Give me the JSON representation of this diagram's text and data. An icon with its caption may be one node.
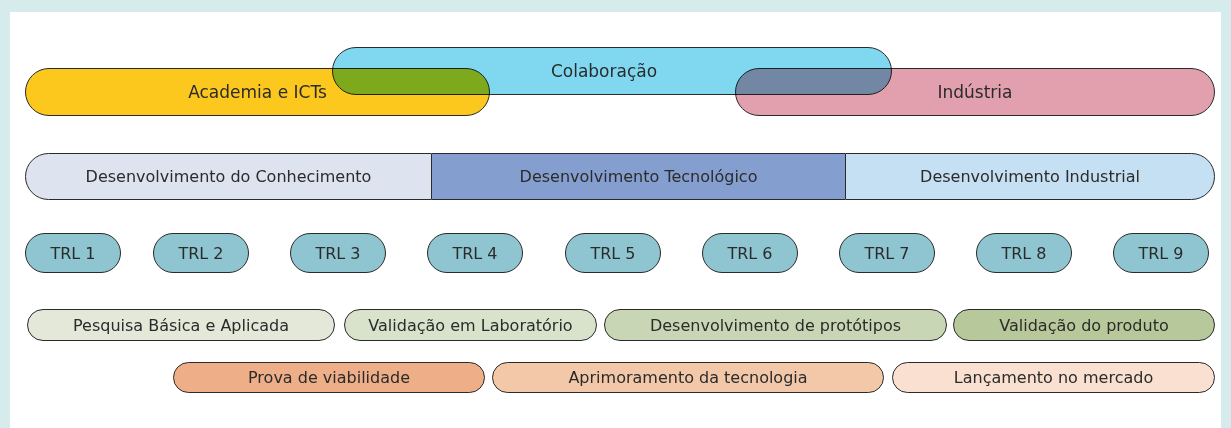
{
  "diagram": {
    "nodes": [
      {
        "text": [
          "Academia e ICTs"
        ]
      },
      {
        "text": [
          "Colaboração"
        ]
      },
      {
        "text": [
          "Indústria"
        ]
      },
      {
        "text": [
          "Desenvolvimento do Conhecimento"
        ]
      },
      {
        "text": [
          "Desenvolvimento Tecnológico"
        ]
      },
      {
        "text": [
          "Desenvolvimento Industrial"
        ]
      },
      {
        "text": [
          "TRL 1"
        ]
      },
      {
        "text": [
          "TRL 2"
        ]
      },
      {
        "text": [
          "TRL 3"
        ]
      },
      {
        "text": [
          "TRL 4"
        ]
      },
      {
        "text": [
          "TRL 5"
        ]
      },
      {
        "text": [
          "TRL 6"
        ]
      },
      {
        "text": [
          "TRL 7"
        ]
      },
      {
        "text": [
          "TRL 8"
        ]
      },
      {
        "text": [
          "TRL 9"
        ]
      },
      {
        "text": [
          "Pesquisa Básica e Aplicada"
        ]
      },
      {
        "text": [
          "Validação em Laboratório"
        ]
      },
      {
        "text": [
          "Desenvolvimento de protótipos"
        ]
      },
      {
        "text": [
          "Validação do produto"
        ]
      },
      {
        "text": [
          "Prova de viabilidade"
        ]
      },
      {
        "text": [
          "Aprimoramento da tecnologia"
        ]
      },
      {
        "text": [
          "Lançamento no mercado"
        ]
      }
    ],
    "edges": []
  }
}
